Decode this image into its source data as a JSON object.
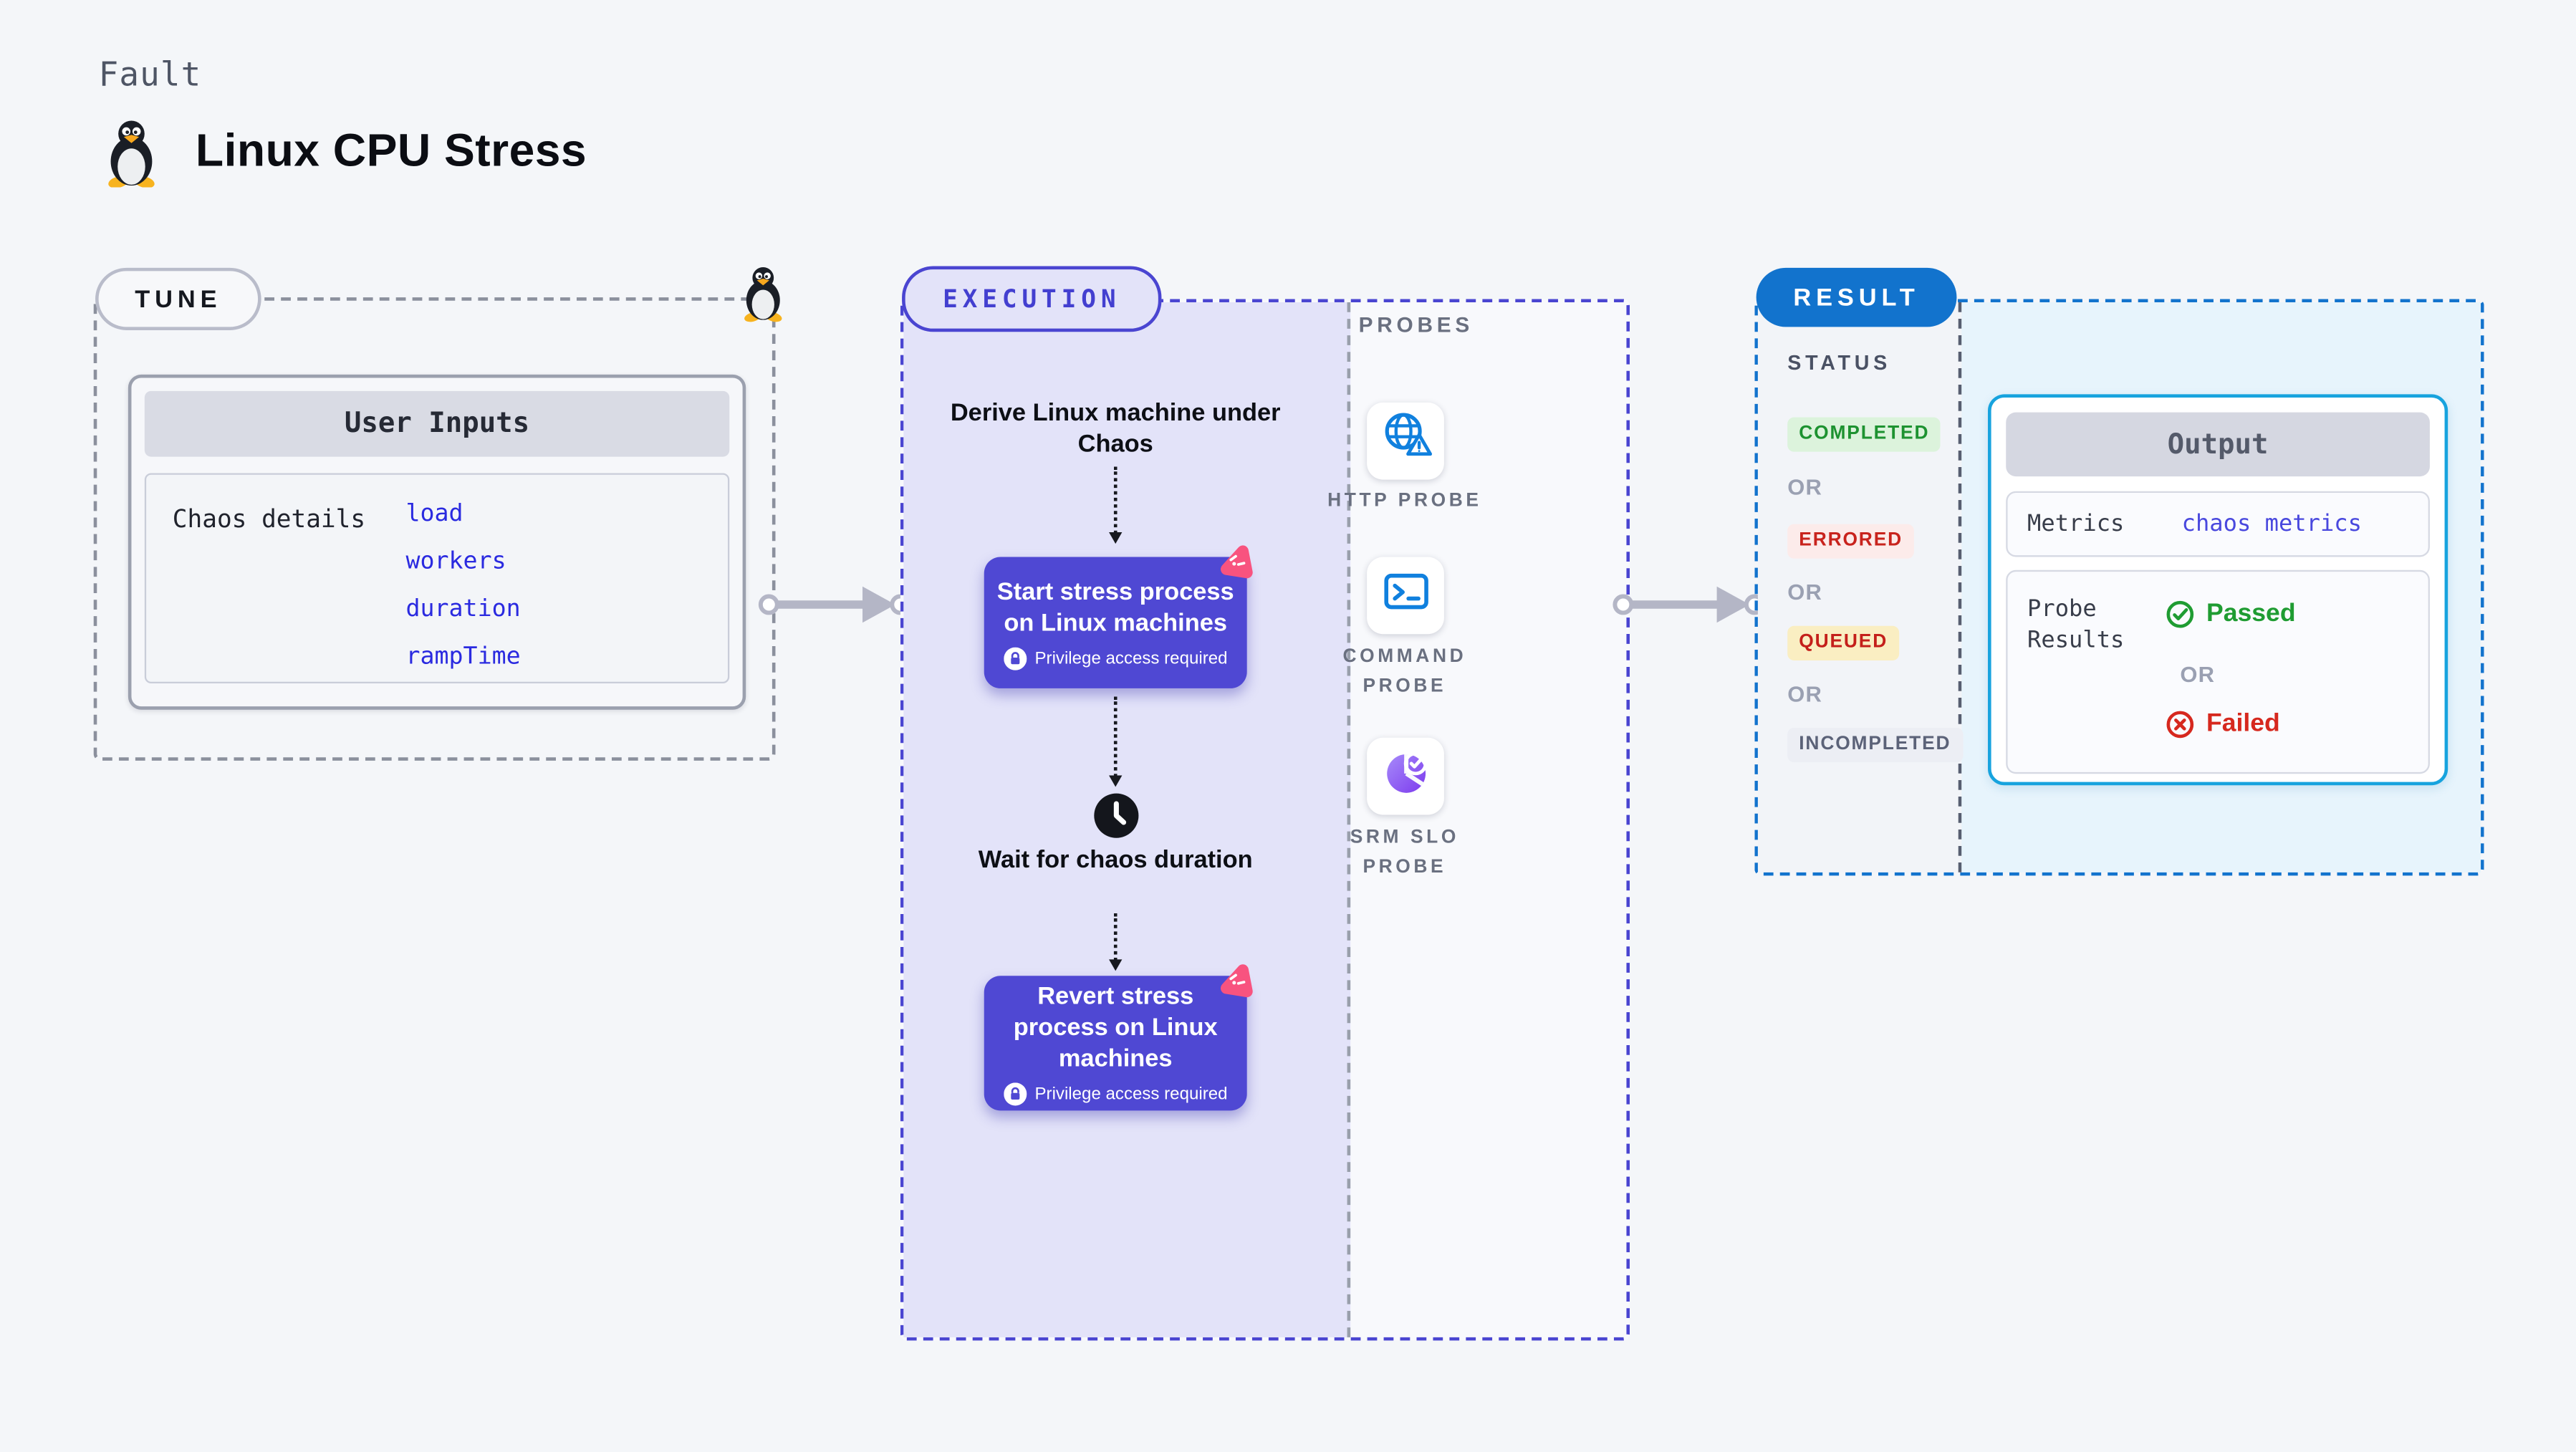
{
  "header": {
    "kicker": "Fault",
    "title": "Linux CPU Stress",
    "icon": "tux-penguin-icon"
  },
  "tune": {
    "badge_label": "TUNE",
    "card_header": "User Inputs",
    "row_label": "Chaos details",
    "inputs": [
      "load",
      "workers",
      "duration",
      "rampTime"
    ]
  },
  "execution": {
    "badge_label": "EXECUTION",
    "derive_label": "Derive Linux machine under Chaos",
    "wait_label": "Wait for chaos duration",
    "steps": [
      {
        "title": "Start stress process on Linux machines",
        "note": "Privilege access required"
      },
      {
        "title": "Revert stress process on Linux machines",
        "note": "Privilege access required"
      }
    ]
  },
  "probes": {
    "title": "PROBES",
    "items": [
      {
        "label": "HTTP PROBE",
        "icon": "globe-alert-icon"
      },
      {
        "label": "COMMAND PROBE",
        "icon": "terminal-icon"
      },
      {
        "label": "SRM SLO PROBE",
        "icon": "slo-pie-check-icon"
      }
    ]
  },
  "result": {
    "badge_label": "RESULT",
    "status_title": "STATUS",
    "or_label": "OR",
    "statuses": [
      {
        "label": "COMPLETED",
        "fg": "#1d9230",
        "bg": "#dcf3dc"
      },
      {
        "label": "ERRORED",
        "fg": "#c8231d",
        "bg": "#fcebea"
      },
      {
        "label": "QUEUED",
        "fg": "#c41f1a",
        "bg": "#faeec2"
      },
      {
        "label": "INCOMPLETED",
        "fg": "#5b6278",
        "bg": "#eceef4"
      }
    ],
    "output": {
      "header": "Output",
      "metrics_label": "Metrics",
      "metrics_value": "chaos metrics",
      "probe_results_label": "Probe Results",
      "passed_label": "Passed",
      "failed_label": "Failed"
    }
  },
  "colors": {
    "page_bg": "#f4f6f9",
    "tune_dash": "#8b909d",
    "execution_dash": "#4a45d1",
    "execution_fill": "#e3e3f9",
    "step_bg": "#4f48d3",
    "chaos_pink": "#f8537f",
    "result_dash": "#1273cd",
    "result_fill": "#e7f4fc",
    "output_border": "#17a3de",
    "link_blue": "#2a2ae0",
    "passed_green": "#1f9c32",
    "failed_red": "#d6281e",
    "probe_icon_blue": "#1080de",
    "srm_purple": "#7c3aed",
    "arrow_gray": "#b4b6c6"
  }
}
